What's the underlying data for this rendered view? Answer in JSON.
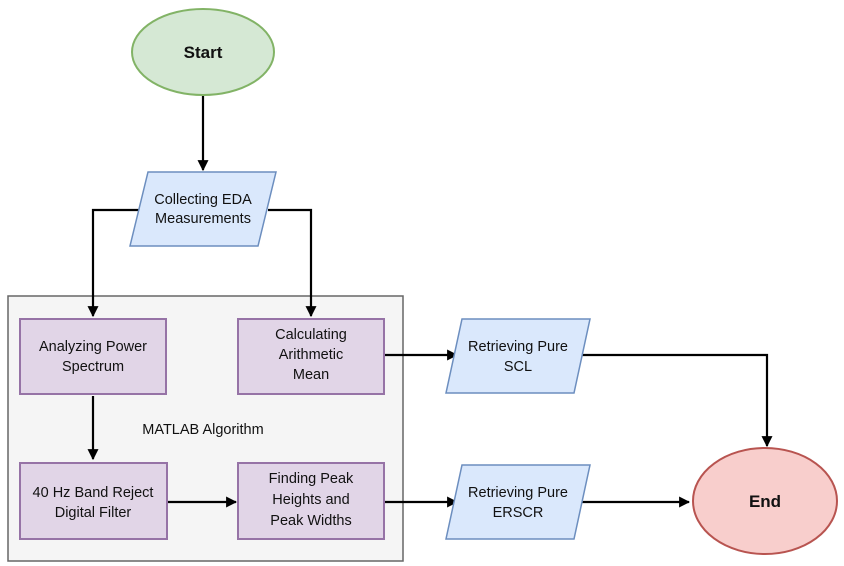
{
  "nodes": {
    "start": {
      "label": "Start",
      "fill": "#d5e8d4",
      "stroke": "#82b366"
    },
    "collect": {
      "lines": [
        "Collecting EDA",
        "Measurements"
      ],
      "fill": "#dae8fc",
      "stroke": "#6c8ebf"
    },
    "analyze": {
      "lines": [
        "Analyzing Power",
        "Spectrum"
      ],
      "fill": "#e1d5e7",
      "stroke": "#9673a6"
    },
    "mean": {
      "lines": [
        "Calculating",
        "Arithmetic",
        "Mean"
      ],
      "fill": "#e1d5e7",
      "stroke": "#9673a6"
    },
    "filter": {
      "lines": [
        "40 Hz Band Reject",
        "Digital Filter"
      ],
      "fill": "#e1d5e7",
      "stroke": "#9673a6"
    },
    "peaks": {
      "lines": [
        "Finding Peak",
        "Heights and",
        "Peak Widths"
      ],
      "fill": "#e1d5e7",
      "stroke": "#9673a6"
    },
    "scl": {
      "lines": [
        "Retrieving Pure",
        "SCL"
      ],
      "fill": "#dae8fc",
      "stroke": "#6c8ebf"
    },
    "erscr": {
      "lines": [
        "Retrieving Pure",
        "ERSCR"
      ],
      "fill": "#dae8fc",
      "stroke": "#6c8ebf"
    },
    "end": {
      "label": "End",
      "fill": "#f8cecc",
      "stroke": "#b85450"
    }
  },
  "group": {
    "label": "MATLAB Algorithm",
    "fill": "#f5f5f5",
    "stroke": "#666666"
  },
  "edges": [
    {
      "from": "start",
      "to": "collect"
    },
    {
      "from": "collect",
      "to": "analyze"
    },
    {
      "from": "collect",
      "to": "mean"
    },
    {
      "from": "analyze",
      "to": "filter"
    },
    {
      "from": "filter",
      "to": "peaks"
    },
    {
      "from": "mean",
      "to": "scl"
    },
    {
      "from": "peaks",
      "to": "erscr"
    },
    {
      "from": "scl",
      "to": "end"
    },
    {
      "from": "erscr",
      "to": "end"
    }
  ]
}
